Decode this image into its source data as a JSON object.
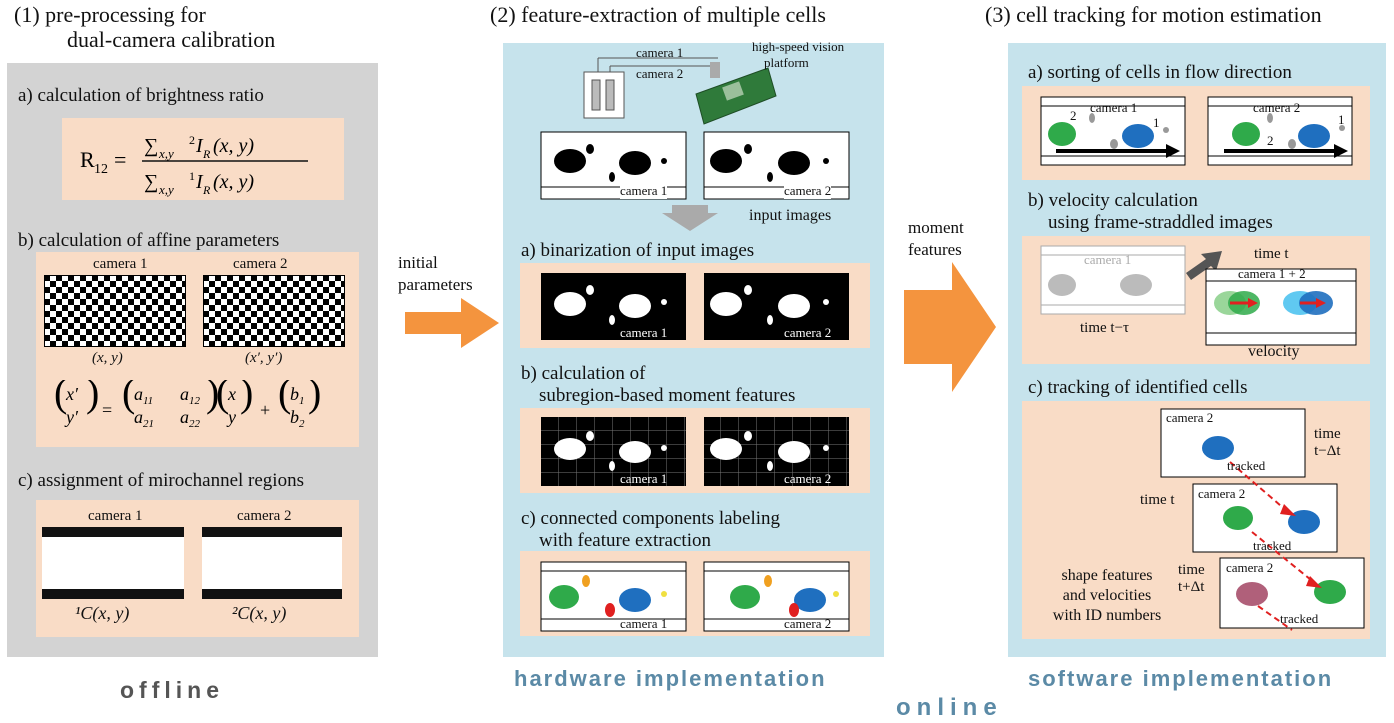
{
  "col1": {
    "title_line1": "(1) pre-processing for",
    "title_line2": "dual-camera calibration",
    "a_label": "a) calculation of brightness ratio",
    "a_formula": "R₁₂ = Σx,y ²I_R(x,y) / Σx,y ¹I_R(x,y)",
    "b_label": "b) calculation of affine parameters",
    "b_cam1": "camera 1",
    "b_cam2": "camera 2",
    "b_xy": "(x, y)",
    "b_xy2": "(x′, y′)",
    "b_eq": "(x′,y′) = (a11 a12; a21 a22)(x,y) + (b1,b2)",
    "c_label": "c) assignment of mirochannel regions",
    "c_cam1": "camera 1",
    "c_cam2": "camera 2",
    "c_C1": "¹C(x, y)",
    "c_C2": "²C(x, y)",
    "footer": "offline"
  },
  "arrow1": {
    "line1": "initial",
    "line2": "parameters"
  },
  "col2": {
    "title": "(2) feature-extraction of multiple cells",
    "cam1": "camera 1",
    "cam2": "camera 2",
    "hsv_line1": "high-speed vision",
    "hsv_line2": "platform",
    "input_images": "input images",
    "a_label": "a) binarization of input images",
    "b_label_line1": "b) calculation of",
    "b_label_line2": "subregion-based moment features",
    "c_label_line1": "c) connected components labeling",
    "c_label_line2": "with feature extraction",
    "footer": "hardware implementation"
  },
  "arrow2": {
    "line1": "moment",
    "line2": "features"
  },
  "col3": {
    "title": "(3) cell tracking for motion estimation",
    "a_label": "a) sorting of cells in flow direction",
    "a_cam1": "camera 1",
    "a_cam2": "camera 2",
    "num1": "1",
    "num2": "2",
    "b_label_line1": "b) velocity calculation",
    "b_label_line2": "using frame-straddled images",
    "b_time_t": "time t",
    "b_cam12": "camera 1 + 2",
    "b_time_ttau": "time t−τ",
    "b_velocity": "velocity",
    "c_label": "c) tracking of identified cells",
    "c_time_tmdt_1": "time",
    "c_time_tmdt_2": "t−Δt",
    "c_time_t": "time t",
    "c_time_tpdt_1": "time",
    "c_time_tpdt_2": "t+Δt",
    "c_shape1": "shape features",
    "c_shape2": "and velocities",
    "c_shape3": "with ID numbers",
    "c_tracked": "tracked",
    "footer": "software implementation"
  },
  "online": "online",
  "colors": {
    "gray_panel": "#d3d3d3",
    "blue_panel": "#c6e3ec",
    "pink_box": "#f9dcc6",
    "orange_arrow": "#f4943e",
    "footer_text": "#5b8aa6",
    "green_cell": "#2faa4a",
    "blue_cell": "#1f6fbf",
    "red_arrow": "#e02020"
  }
}
